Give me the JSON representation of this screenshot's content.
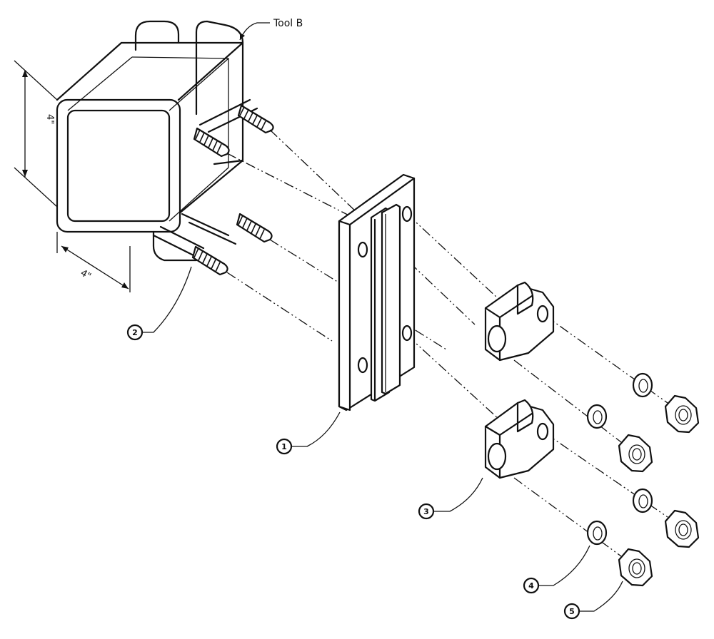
{
  "labels": {
    "tool": "Tool B",
    "dim_height": "4\"",
    "dim_width": "4\""
  },
  "callouts": [
    "1",
    "2",
    "3",
    "4",
    "5"
  ],
  "colors": {
    "ink": "#111111",
    "paper": "#ffffff"
  }
}
